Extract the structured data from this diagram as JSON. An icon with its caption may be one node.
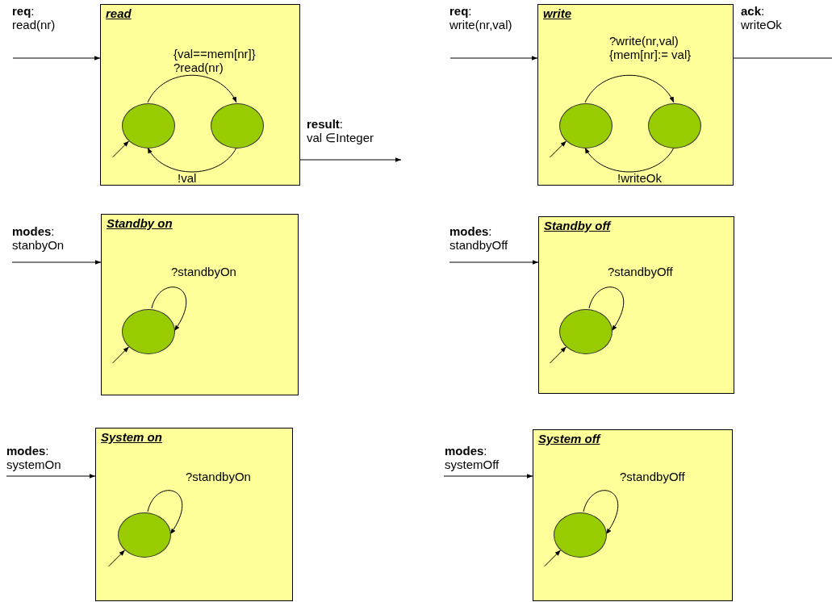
{
  "diagram": {
    "nodes": [
      {
        "text": [
          "read"
        ]
      },
      {
        "text": [],
        "shape": "circle",
        "in": 0
      },
      {
        "text": [],
        "shape": "circle",
        "in": 0
      },
      {
        "text": [
          "write"
        ]
      },
      {
        "text": [],
        "shape": "circle",
        "in": 3
      },
      {
        "text": [],
        "shape": "circle",
        "in": 3
      },
      {
        "text": [
          "Standby on"
        ]
      },
      {
        "text": [],
        "shape": "circle",
        "in": 6
      },
      {
        "text": [
          "Standby off"
        ]
      },
      {
        "text": [],
        "shape": "circle",
        "in": 8
      },
      {
        "text": [
          "System on"
        ]
      },
      {
        "text": [],
        "shape": "circle",
        "in": 10
      },
      {
        "text": [
          "System off"
        ]
      },
      {
        "text": [],
        "shape": "circle",
        "in": 12
      }
    ],
    "edges": [
      {
        "from": null,
        "to": 0,
        "arrow": "to",
        "label": "**req**: read(nr)"
      },
      {
        "from": 1,
        "to": 2,
        "arrow": "to",
        "label": "{val==mem[nr]} ?read(nr)"
      },
      {
        "from": 2,
        "to": 1,
        "arrow": "to",
        "label": "!val"
      },
      {
        "from": null,
        "to": 1,
        "arrow": "to"
      },
      {
        "from": 0,
        "to": null,
        "arrow": "to",
        "label": "**result**: val ∈Integer"
      },
      {
        "from": null,
        "to": 3,
        "arrow": "to",
        "label": "**req**: write(nr,val)"
      },
      {
        "from": 4,
        "to": 5,
        "arrow": "to",
        "label": "?write(nr,val) {mem[nr]:= val}"
      },
      {
        "from": 5,
        "to": 4,
        "arrow": "to",
        "label": "!writeOk"
      },
      {
        "from": null,
        "to": 4,
        "arrow": "to"
      },
      {
        "from": 3,
        "to": null,
        "arrow": "none",
        "label": "**ack**: writeOk"
      },
      {
        "from": null,
        "to": 6,
        "arrow": "to",
        "label": "**modes**: stanbyOn"
      },
      {
        "from": 7,
        "to": 7,
        "arrow": "to",
        "label": "?standbyOn"
      },
      {
        "from": null,
        "to": 7,
        "arrow": "to"
      },
      {
        "from": null,
        "to": 8,
        "arrow": "to",
        "label": "**modes**: standbyOff"
      },
      {
        "from": 9,
        "to": 9,
        "arrow": "to",
        "label": "?standbyOff"
      },
      {
        "from": null,
        "to": 9,
        "arrow": "to"
      },
      {
        "from": null,
        "to": 10,
        "arrow": "to",
        "label": "**modes**: systemOn"
      },
      {
        "from": 11,
        "to": 11,
        "arrow": "to",
        "label": "?standbyOn"
      },
      {
        "from": null,
        "to": 11,
        "arrow": "to"
      },
      {
        "from": null,
        "to": 12,
        "arrow": "to",
        "label": "**modes**: systemOff"
      },
      {
        "from": 13,
        "to": 13,
        "arrow": "to",
        "label": "?standbyOff"
      },
      {
        "from": null,
        "to": 13,
        "arrow": "to"
      }
    ]
  }
}
